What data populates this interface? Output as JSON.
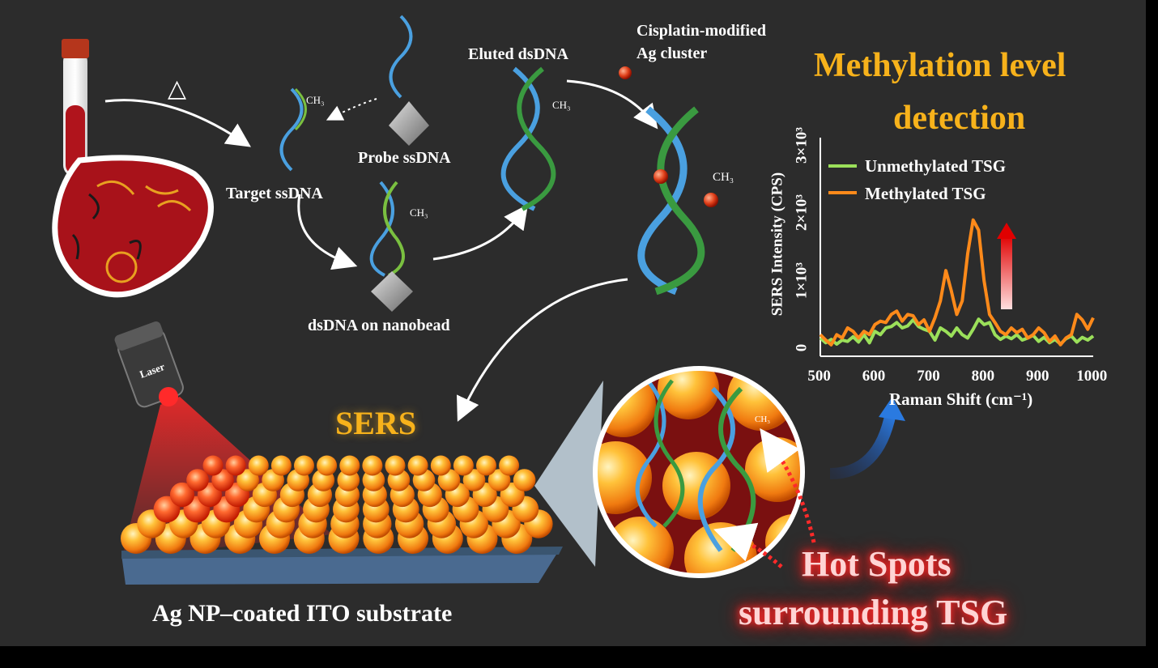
{
  "titles": {
    "line1": "Methylation level",
    "line2": "detection",
    "sers": "SERS",
    "hot_line1": "Hot Spots",
    "hot_line2": "surrounding TSG",
    "substrate": "Ag NP–coated ITO substrate"
  },
  "labels": {
    "target": "Target ssDNA",
    "probe": "Probe ssDNA",
    "eluted": "Eluted dsDNA",
    "cisplatin_line1": "Cisplatin-modified",
    "cisplatin_line2": "Ag cluster",
    "nanobead": "dsDNA on nanobead",
    "laser": "Laser",
    "heat": "△",
    "ch3": "CH₃"
  },
  "colors": {
    "background": "#2c2c2c",
    "title": "#f7b21b",
    "unmethylated": "#9be05a",
    "methylated": "#ff8a1a",
    "hotspot": "#ff2a2a",
    "blood": "#b0141c"
  },
  "chart_data": {
    "type": "line",
    "xlabel": "Raman Shift (cm⁻¹)",
    "ylabel": "SERS Intensity (CPS)",
    "xlim": [
      500,
      1000
    ],
    "ylim": [
      0,
      3000
    ],
    "x_ticks": [
      "500",
      "600",
      "700",
      "800",
      "900",
      "1000"
    ],
    "y_ticks": [
      "0",
      "1×10³",
      "2×10³",
      "3×10³"
    ],
    "legend_position": "top-left",
    "grid": false,
    "series": [
      {
        "name": "Unmethylated TSG",
        "color": "#9be05a",
        "x": [
          500,
          510,
          520,
          530,
          540,
          550,
          560,
          570,
          580,
          590,
          600,
          610,
          620,
          630,
          640,
          650,
          660,
          670,
          680,
          690,
          700,
          710,
          720,
          730,
          740,
          750,
          760,
          770,
          780,
          790,
          800,
          810,
          820,
          830,
          840,
          850,
          860,
          870,
          880,
          890,
          900,
          910,
          920,
          930,
          940,
          950,
          960,
          970,
          980,
          990,
          1000
        ],
        "y": [
          150,
          80,
          130,
          60,
          120,
          100,
          170,
          90,
          200,
          80,
          250,
          200,
          300,
          320,
          380,
          300,
          330,
          420,
          320,
          280,
          250,
          120,
          300,
          250,
          180,
          300,
          200,
          150,
          280,
          430,
          350,
          380,
          200,
          130,
          180,
          140,
          200,
          120,
          150,
          190,
          100,
          160,
          80,
          130,
          60,
          140,
          180,
          90,
          160,
          120,
          180
        ]
      },
      {
        "name": "Methylated TSG",
        "color": "#ff8a1a",
        "x": [
          500,
          510,
          520,
          530,
          540,
          550,
          560,
          570,
          580,
          590,
          600,
          610,
          620,
          630,
          640,
          650,
          660,
          670,
          680,
          690,
          700,
          710,
          720,
          730,
          740,
          750,
          760,
          770,
          780,
          790,
          800,
          810,
          820,
          830,
          840,
          850,
          860,
          870,
          880,
          890,
          900,
          910,
          920,
          930,
          940,
          950,
          960,
          970,
          980,
          990,
          1000
        ],
        "y": [
          200,
          120,
          50,
          200,
          150,
          300,
          250,
          150,
          250,
          200,
          350,
          400,
          380,
          500,
          550,
          400,
          500,
          480,
          350,
          420,
          250,
          450,
          700,
          1150,
          850,
          500,
          700,
          1400,
          1900,
          1750,
          1000,
          500,
          380,
          250,
          200,
          300,
          230,
          280,
          150,
          200,
          300,
          230,
          100,
          180,
          50,
          150,
          200,
          500,
          420,
          280,
          450
        ]
      }
    ]
  }
}
